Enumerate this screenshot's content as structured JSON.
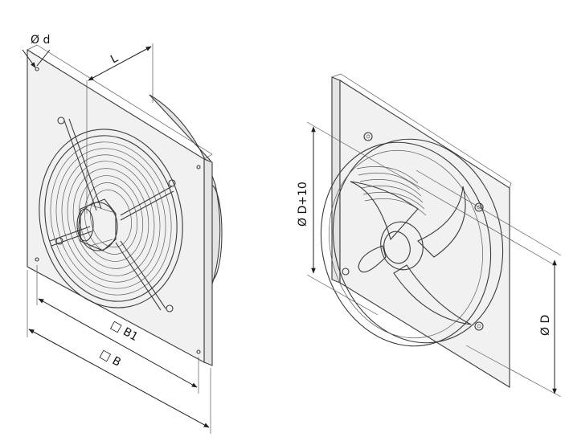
{
  "labels": {
    "hole_diameter": "Ø d",
    "depth": "L",
    "inner_square": "□ B1",
    "outer_square": "□ B",
    "duct_diameter": "Ø D+10",
    "fan_diameter": "Ø D"
  }
}
